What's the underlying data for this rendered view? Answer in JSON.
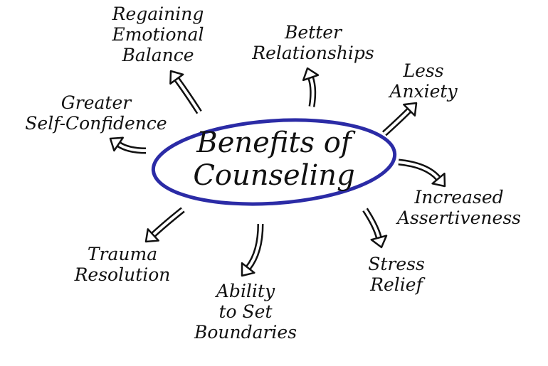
{
  "title": {
    "line1": "Benefits of",
    "line2": "Counseling"
  },
  "colors": {
    "ellipse": "#2b2ba6",
    "arrow": "#111111"
  },
  "benefits": [
    {
      "lines": [
        "Regaining",
        "Emotional",
        "Balance"
      ]
    },
    {
      "lines": [
        "Better",
        "Relationships"
      ]
    },
    {
      "lines": [
        "Less",
        "Anxiety"
      ]
    },
    {
      "lines": [
        "Greater",
        "Self-Confidence"
      ]
    },
    {
      "lines": [
        "Increased",
        "Assertiveness"
      ]
    },
    {
      "lines": [
        "Stress",
        "Relief"
      ]
    },
    {
      "lines": [
        "Ability",
        "to Set",
        "Boundaries"
      ]
    },
    {
      "lines": [
        "Trauma",
        "Resolution"
      ]
    }
  ]
}
